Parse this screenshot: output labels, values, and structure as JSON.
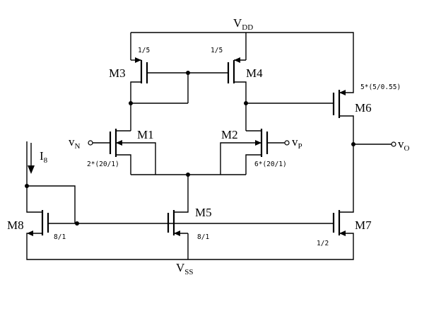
{
  "rails": {
    "vdd": {
      "main": "V",
      "sub": "DD"
    },
    "vss": {
      "main": "V",
      "sub": "SS"
    }
  },
  "transistors": {
    "m1": {
      "label": "M1",
      "ratio": "2*(20/1)"
    },
    "m2": {
      "label": "M2",
      "ratio": "6*(20/1)"
    },
    "m3": {
      "label": "M3",
      "ratio": "1/5"
    },
    "m4": {
      "label": "M4",
      "ratio": "1/5"
    },
    "m5": {
      "label": "M5",
      "ratio": "8/1"
    },
    "m6": {
      "label": "M6",
      "ratio": "5*(5/0.55)"
    },
    "m7": {
      "label": "M7",
      "ratio": "1/2"
    },
    "m8": {
      "label": "M8",
      "ratio": "8/1"
    }
  },
  "terminals": {
    "vn": {
      "main": "v",
      "sub": "N"
    },
    "vp": {
      "main": "v",
      "sub": "P"
    },
    "vo": {
      "main": "v",
      "sub": "O"
    }
  },
  "bias": {
    "main": "I",
    "sub": "8"
  }
}
